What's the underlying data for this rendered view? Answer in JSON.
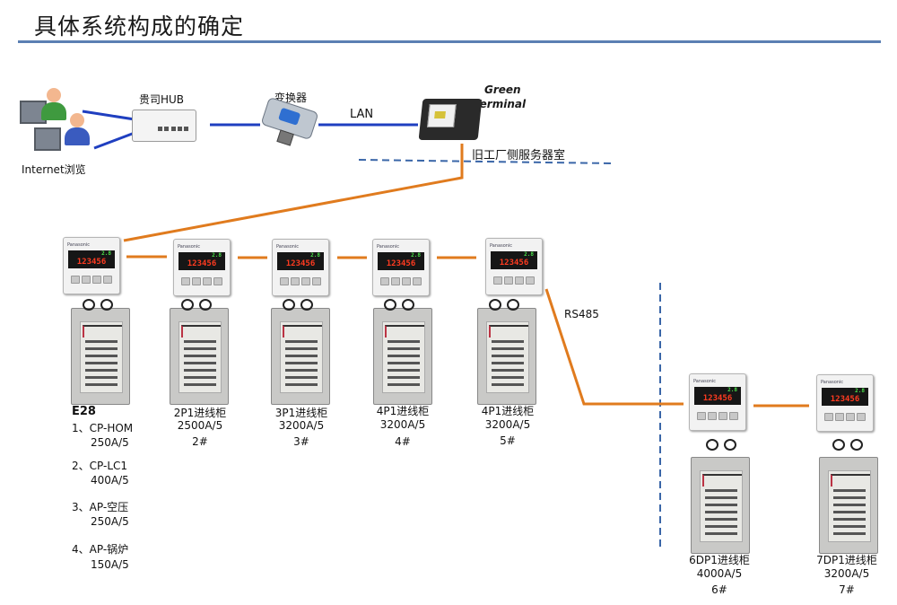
{
  "title": "具体系统构成的确定",
  "nodes": {
    "internet": "Internet浏览",
    "hub": "贵司HUB",
    "converter": "变换器",
    "lan": "LAN",
    "gt_line1": "Green",
    "gt_line2": "Terminal",
    "server_room": "旧工厂侧服务器室",
    "rs485": "RS485"
  },
  "meter": {
    "brand": "Panasonic",
    "reading": "123456",
    "sub": "2.8"
  },
  "cabinets": [
    {
      "name": "E28",
      "rating": "",
      "no": ""
    },
    {
      "name": "2P1进线柜",
      "rating": "2500A/5",
      "no": "2#"
    },
    {
      "name": "3P1进线柜",
      "rating": "3200A/5",
      "no": "3#"
    },
    {
      "name": "4P1进线柜",
      "rating": "3200A/5",
      "no": "4#"
    },
    {
      "name": "4P1进线柜",
      "rating": "3200A/5",
      "no": "5#"
    },
    {
      "name": "6DP1进线柜",
      "rating": "4000A/5",
      "no": "6#"
    },
    {
      "name": "7DP1进线柜",
      "rating": "3200A/5",
      "no": "7#"
    }
  ],
  "e28_loads": [
    {
      "label": "1、CP-HOM",
      "rating": "250A/5"
    },
    {
      "label": "2、CP-LC1",
      "rating": "400A/5"
    },
    {
      "label": "3、AP-空压",
      "rating": "250A/5"
    },
    {
      "label": "4、AP-锅炉",
      "rating": "150A/5"
    }
  ],
  "colors": {
    "lan": "#1f3fc0",
    "rs485": "#e07b1e",
    "divider": "#3a66a8",
    "title_rule": "#5b7fb3"
  }
}
